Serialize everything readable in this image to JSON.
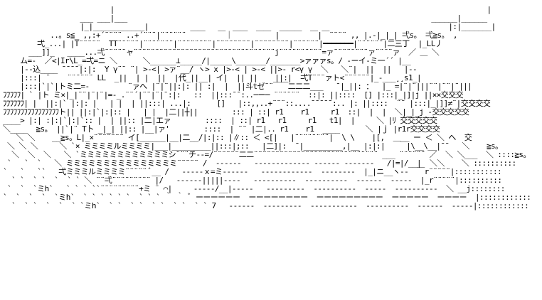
{
  "art_lines": [
    "                         |                                                                                       |",
    "                  ___ ___|___                                                                       ______|______",
    "                  |_|____________|                                                                      |:|_______|",
    "           ..。s≦_ ,,:+´¨¨¨¨ ..+´¨¨¨|¨¨¨¨¨¨ ￣￣   ￣｜￣￣  ￣￣ |￣￣￣  ￣|￣¨¨¨¨ ,, |.-|_|_| 弌s。 弌≧s。 ,",
    "        弌_...| |T¨¨¨¨¨  TT¨¨¨¨¨|¨¨¨¨¨¨¨|¨¨¨¨¨¨¨¨|¨¨¨¨¨¨¨¨|¨¨¨¨¨¨¨¨|¨¨¨¨¨¨|━━━━━━━|¨¨¨¨¨¨|二三丁  |_LL丿",
    "      ___]]_   ____...弌¨¨¨¨¨ャ¨¨¨¨¨¨¨¨¨¨¨¨¨¨¨¨¨¨¨¨¨¨¨¨¨¨¨¨¨¨¨¨¨j¨¨¨¨¨¨¨¨¨¨=ァ¨¨¨¨¨¨¨¨ァ¨¨¨¨ァ  ／ ＿ ＼",
    "    ム=-  ／<|Ir\\L_=弌=ニ ＼      ＼______⊥_____/|_____\\_______/_______>ァァァs。/ -ーイ-ミ一´´ |__",
    "    |--込____ ¯¯¯¯|:|:  Y γ¨¨ ¨| >-<| >ァ¨__/ ヽ> x |>-< | >-< ||>- r<γ γ  ＼   ＼¨|  ||  ||   |--",
    "    |:::| ¨    ¨¨¨¨¨¨ LL  _||  | |  ||  |代_||__| イ|  || ||    ||:|  弌T¨¨¨ァト<¨¨¨¨¨¨|_-___¸¸s1_|",
    "    |:::|`|`|トミ二=-         ¨ァへ |¨|¨||:|: || :|  |  ||斗tゼ¨¨￣￣二二二___   ¯|_||: ：  |_ =|¨|¨|||¨¨|¨¨|¨|||",
    "ﾌﾌﾌﾌﾌ| ` |ト ミ×|_|¨¨|¨|¨|=-_.¨¨´|¨¨|¨|¨:|:   ::  ||:::¯¯:..─ー─ ¨¨¨¨¨¨  ::|: ||::::  [] |:::|_|]|j ||××交交交",
    "ﾌﾌﾌﾌﾌﾌ| |  ||:|` |:|: |   | |  | ||:::| ...|:      []   |::,,..+¨¨¨::....¯¯¯¯¯:.. |: ||::::  ¨¨ |:::|_|]]≠¨|交交交交",
    "ﾌﾌﾌﾌﾌﾌﾌﾌﾌﾌﾌﾌﾌﾌﾌﾌト|| ||:|`|:|:: |   | |  |二||┼||        ::: | ::| r1    r1     r1  ::|  |  |  ＼|_|_j -交交交交交",
    "____> |:| :|:|`|:|`:: |  | ||:: |二|エァ        ::::  | ::| r1   r1     r1   t1|  |     ＼ |ﾘ 交交交交交",
    "＼____  ≧s。 ||`|¨ T卜 _|_| ||:: |__|ァ'        ::::  | ¨¨ |二|.. r1    r1  ____      ＼ |ｊ |r1r交交交交",
    "   ＼ ＼    __≧s。L|_×¨¨¨¨¨¨¨ イ[______|__|二__/|:|:: |∥:: ＜ <[|   |¨¨¨¨¨¨¨¨|  \\ \\    |[,  ＿__ ー ＜ ＼ へ  交",
    " ＼ ＼ ＼     ＼ `× ミミミミルミミミミ|___|_________||:::|;::   |二]|:  ¯|_________,|__ |:|:|     |\\__\\__|¯¯   ＼    ≧s。",
    "  ＼  ＼  ＼   ＼ `ミミミミミミミミミミミミシ¨¨¨チ--=/¨¨¨¨¨¨二二¨¨¨¨¨¨¨¨¨¨¨¨¨¨¨¨¨¨¨¨¨¨¨¨¨¨¨¨¨ ___ ¨¨¨¨¨¨ ／  ＼ ＼___  ＼ ::::≧s。",
    " `   `  `   ＼ ミミミミミミミミミミミミミミミ¨¨¨¨¨ /  ------   ------------- ------ -------   /|=|/__|  ＼＼    ＼ ::::::::::",
    "`   `   ``   弌ミミミルミミミミ¨¨¨¨¨ ﾞ__ /   -----ｘ=ミ------   ------------  --------  |_|ニ__ヽ--  ￣r¨¨¨¨¨|:::::::::::",
    "  ` `  ` `  `  ` ` ＼ ¨¨弌¨¨¨¨¨¨¨¨¨ |/   ------|||||----   ----------  ----------  ------  -----  |_r¨¨¨¨¨|::::::::::",
    " `  `  `ミh`   ` ` ` ``¨¨¨¨¨¨¨¨¨+ミ ¨ ⌒|     -----/__|-----   ---------  ----------  -----  ----------  ＼ __j::::::::",
    "`  `  `  `  `ミh`  ` ` ` ` ` `  ` ` ` ｀ ｀ ﾞ ーーーーーー  ーーーーーーーー  ーーーーーーーーー  ーーーーー  ーーーー  |::::::::::::",
    "  `  ` `  `  `  ` `ミh`  ` `  ` `  ` `  ` `  ` ` 7   ------  ---------  -----------  ----------  ------  -----|::::::::::::"
  ]
}
